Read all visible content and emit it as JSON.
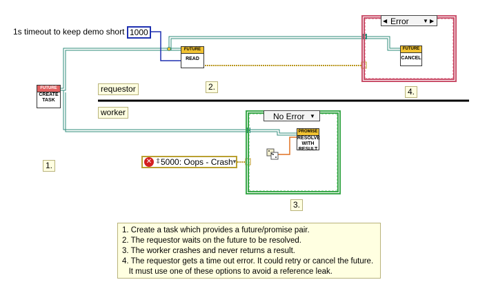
{
  "timeout_label": "1s timeout to keep demo short",
  "timeout_value": "1000",
  "create_task": {
    "header": "FUTURE",
    "line1": "CREATE",
    "line2": "TASK"
  },
  "read_node": {
    "header": "FUTURE",
    "line1": "READ"
  },
  "cancel_node": {
    "header": "FUTURE",
    "line1": "CANCEL"
  },
  "resolve_node": {
    "header": "PROMISE",
    "line1": "RESOLVE",
    "line2": "WITH",
    "line3": "RESULT"
  },
  "requestor_label": "requestor",
  "worker_label": "worker",
  "error_case": {
    "label": "Error",
    "arrow_left": "◀",
    "arrow_right": "▶",
    "drop": "▼"
  },
  "no_error_case": {
    "label": "No Error",
    "drop": "▼"
  },
  "error_constant": {
    "code": "5000: Oops - Crash"
  },
  "step_labels": {
    "s1": "1.",
    "s2": "2.",
    "s3": "3.",
    "s4": "4."
  },
  "notes": [
    "1. Create a task which provides a future/promise pair.",
    "2. The requestor waits on the future to be resolved.",
    "3. The worker crashes and never returns a result.",
    "4. The requestor gets a time out error. It could retry or cancel the future.",
    "   It must use one of these options to avoid a reference leak."
  ],
  "colors": {
    "wire_ref": "#2e8b7a",
    "wire_error": "#c9a227",
    "wire_int": "#1d2fb0",
    "case_error": "#c94f6a",
    "case_ok": "#3aa84a"
  }
}
